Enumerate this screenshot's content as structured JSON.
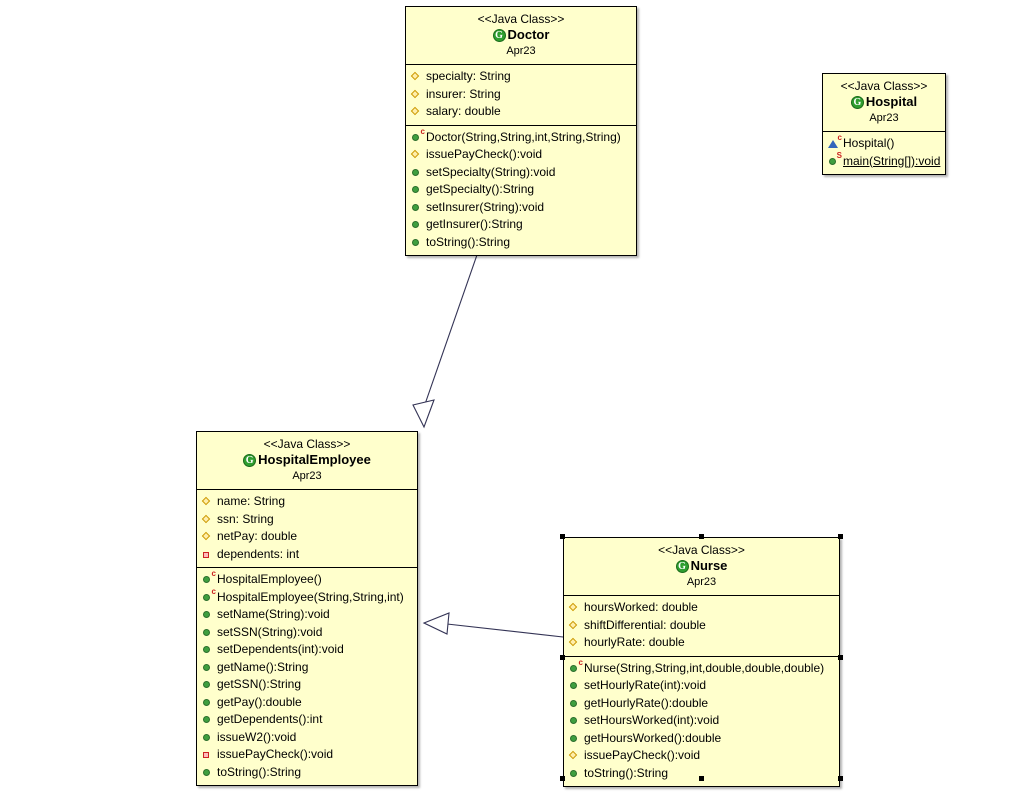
{
  "diagram": {
    "title": "UML Class Diagram",
    "canvas_background": "#ffffff",
    "class_fill": "#ffffcc",
    "class_border": "#000000"
  },
  "classes": [
    {
      "id": "doctor",
      "stereotype": "<<Java Class>>",
      "name": "Doctor",
      "kind_badge": "G",
      "version": "Apr23",
      "selected": false,
      "attributes": [
        {
          "icon": "diamond-orange",
          "text": "specialty: String"
        },
        {
          "icon": "diamond-orange",
          "text": "insurer: String"
        },
        {
          "icon": "diamond-orange",
          "text": "salary: double"
        }
      ],
      "operations": [
        {
          "icon": "circle-green",
          "sup": "c",
          "text": "Doctor(String,String,int,String,String)"
        },
        {
          "icon": "diamond-orange",
          "text": "issuePayCheck():void"
        },
        {
          "icon": "circle-green",
          "text": "setSpecialty(String):void"
        },
        {
          "icon": "circle-green",
          "text": "getSpecialty():String"
        },
        {
          "icon": "circle-green",
          "text": "setInsurer(String):void"
        },
        {
          "icon": "circle-green",
          "text": "getInsurer():String"
        },
        {
          "icon": "circle-green",
          "text": "toString():String"
        }
      ]
    },
    {
      "id": "hospital",
      "stereotype": "<<Java Class>>",
      "name": "Hospital",
      "kind_badge": "G",
      "version": "Apr23",
      "selected": false,
      "attributes": [],
      "operations": [
        {
          "icon": "triangle-blue",
          "sup": "c",
          "text": "Hospital()"
        },
        {
          "icon": "circle-green",
          "sup": "S",
          "text": "main(String[]):void",
          "underline": true
        }
      ]
    },
    {
      "id": "hospitalemployee",
      "stereotype": "<<Java Class>>",
      "name": "HospitalEmployee",
      "kind_badge": "G",
      "version": "Apr23",
      "selected": false,
      "attributes": [
        {
          "icon": "diamond-orange",
          "text": "name: String"
        },
        {
          "icon": "diamond-orange",
          "text": "ssn: String"
        },
        {
          "icon": "diamond-orange",
          "text": "netPay: double"
        },
        {
          "icon": "square-red",
          "text": "dependents: int"
        }
      ],
      "operations": [
        {
          "icon": "circle-green",
          "sup": "c",
          "text": "HospitalEmployee()"
        },
        {
          "icon": "circle-green",
          "sup": "c",
          "text": "HospitalEmployee(String,String,int)"
        },
        {
          "icon": "circle-green",
          "text": "setName(String):void"
        },
        {
          "icon": "circle-green",
          "text": "setSSN(String):void"
        },
        {
          "icon": "circle-green",
          "text": "setDependents(int):void"
        },
        {
          "icon": "circle-green",
          "text": "getName():String"
        },
        {
          "icon": "circle-green",
          "text": "getSSN():String"
        },
        {
          "icon": "circle-green",
          "text": "getPay():double"
        },
        {
          "icon": "circle-green",
          "text": "getDependents():int"
        },
        {
          "icon": "circle-green",
          "text": "issueW2():void"
        },
        {
          "icon": "square-red",
          "text": "issuePayCheck():void"
        },
        {
          "icon": "circle-green",
          "text": "toString():String"
        }
      ]
    },
    {
      "id": "nurse",
      "stereotype": "<<Java Class>>",
      "name": "Nurse",
      "kind_badge": "G",
      "version": "Apr23",
      "selected": true,
      "attributes": [
        {
          "icon": "diamond-orange",
          "text": "hoursWorked: double"
        },
        {
          "icon": "diamond-orange",
          "text": "shiftDifferential: double"
        },
        {
          "icon": "diamond-orange",
          "text": "hourlyRate: double"
        }
      ],
      "operations": [
        {
          "icon": "circle-green",
          "sup": "c",
          "text": "Nurse(String,String,int,double,double,double)"
        },
        {
          "icon": "circle-green",
          "text": "setHourlyRate(int):void"
        },
        {
          "icon": "circle-green",
          "text": "getHourlyRate():double"
        },
        {
          "icon": "circle-green",
          "text": "setHoursWorked(int):void"
        },
        {
          "icon": "circle-green",
          "text": "getHoursWorked():double"
        },
        {
          "icon": "diamond-orange",
          "text": "issuePayCheck():void"
        },
        {
          "icon": "circle-green",
          "text": "toString():String"
        }
      ]
    }
  ],
  "relationships": [
    {
      "id": "doctor-extends-hospitalemployee",
      "type": "generalization",
      "from": "doctor",
      "to": "hospitalemployee",
      "label": ""
    },
    {
      "id": "nurse-extends-hospitalemployee",
      "type": "generalization",
      "from": "nurse",
      "to": "hospitalemployee",
      "label": ""
    }
  ]
}
